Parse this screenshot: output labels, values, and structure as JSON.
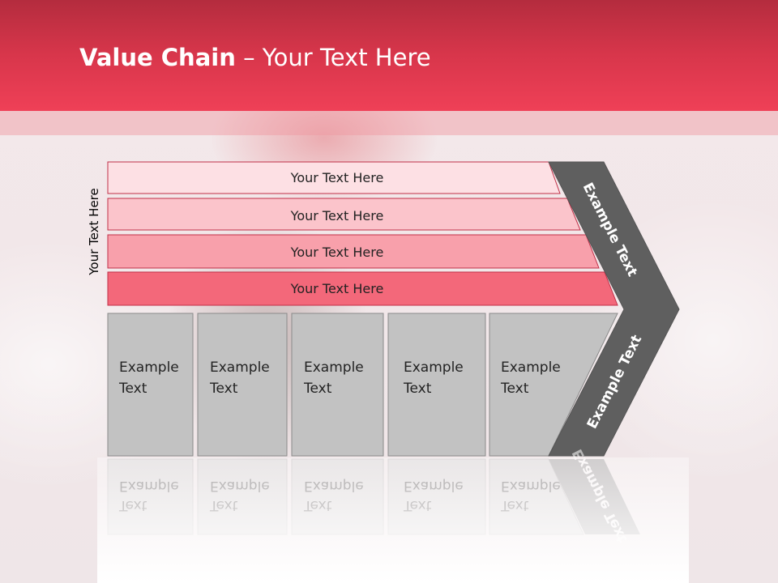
{
  "slide": {
    "title_bold": "Value Chain",
    "title_rest": " – Your Text Here",
    "side_label": "Your Text Here"
  },
  "bars": [
    {
      "label": "Your Text Here",
      "color": "#fde0e4"
    },
    {
      "label": "Your Text Here",
      "color": "#fbc4cb"
    },
    {
      "label": "Your Text Here",
      "color": "#f8a0ab"
    },
    {
      "label": "Your Text Here",
      "color": "#f3687a"
    }
  ],
  "cells": [
    {
      "line1": "Example",
      "line2": "Text"
    },
    {
      "line1": "Example",
      "line2": "Text"
    },
    {
      "line1": "Example",
      "line2": "Text"
    },
    {
      "line1": "Example",
      "line2": "Text"
    },
    {
      "line1": "Example",
      "line2": "Text"
    }
  ],
  "chevron": {
    "upper_label": "Example Text",
    "lower_label": "Example Text"
  },
  "colors": {
    "header": "#e63a50",
    "cell_fill": "#c2c2c2",
    "chevron_fill": "#5f5f5f"
  }
}
